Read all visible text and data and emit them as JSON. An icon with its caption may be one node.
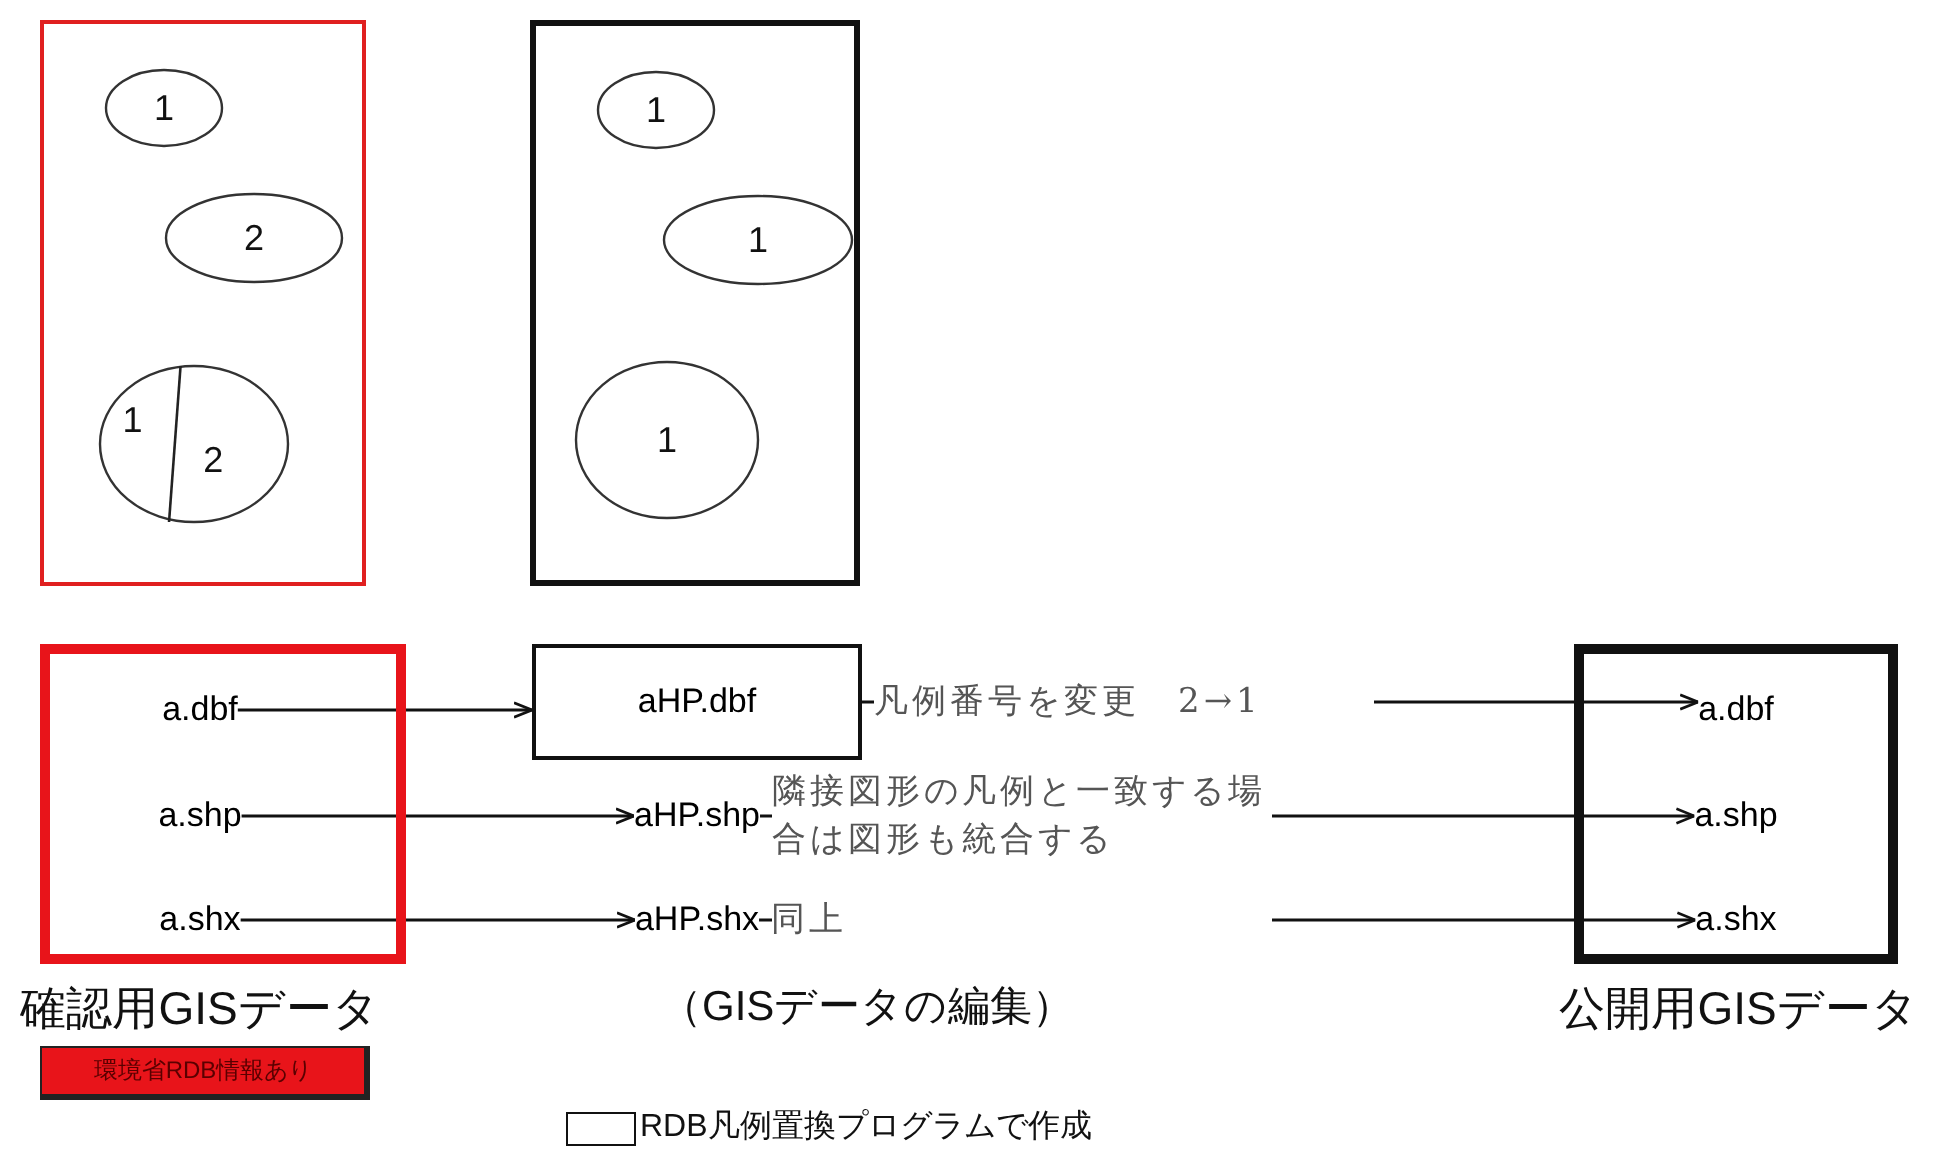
{
  "diagram": {
    "nodes": [
      {
        "text": [],
        "shape": "box"
      },
      {
        "text": [
          "1"
        ],
        "in": 0
      },
      {
        "text": [
          "2"
        ],
        "in": 0
      },
      {
        "text": [
          "1",
          "2"
        ],
        "in": 0
      },
      {
        "text": [],
        "shape": "box"
      },
      {
        "text": [
          "1"
        ],
        "in": 4
      },
      {
        "text": [
          "1"
        ],
        "in": 4
      },
      {
        "text": [
          "1"
        ],
        "in": 4
      },
      {
        "text": [
          "確認用GISデータ"
        ]
      },
      {
        "text": [
          "a.dbf"
        ],
        "in": 8
      },
      {
        "text": [
          "a.shp"
        ],
        "in": 8
      },
      {
        "text": [
          "a.shx"
        ],
        "in": 8
      },
      {
        "text": [
          "aHP.dbf"
        ]
      },
      {
        "text": [
          "aHP.shp"
        ]
      },
      {
        "text": [
          "aHP.shx"
        ]
      },
      {
        "text": [
          "公開用GISデータ"
        ]
      },
      {
        "text": [
          "a.dbf"
        ],
        "in": 15
      },
      {
        "text": [
          "a.shp"
        ],
        "in": 15
      },
      {
        "text": [
          "a.shx"
        ],
        "in": 15
      },
      {
        "text": [
          "環境省RDB情報あり"
        ]
      }
    ],
    "edges": [
      {
        "from": 9,
        "to": 12,
        "arrow": "to"
      },
      {
        "from": 10,
        "to": 13,
        "arrow": "to"
      },
      {
        "from": 11,
        "to": 14,
        "arrow": "to"
      },
      {
        "from": 12,
        "to": 16,
        "arrow": "to",
        "label": "凡例番号を変更　2→1"
      },
      {
        "from": 13,
        "to": 17,
        "arrow": "to",
        "label": "隣接図形の凡例と一致する場合は図形も統合する"
      },
      {
        "from": 14,
        "to": 18,
        "arrow": "to",
        "label": "同上"
      }
    ],
    "labels": [
      "（GISデータの編集）"
    ],
    "legend": [
      {
        "text": "RDB凡例置換プログラムで作成"
      }
    ]
  }
}
